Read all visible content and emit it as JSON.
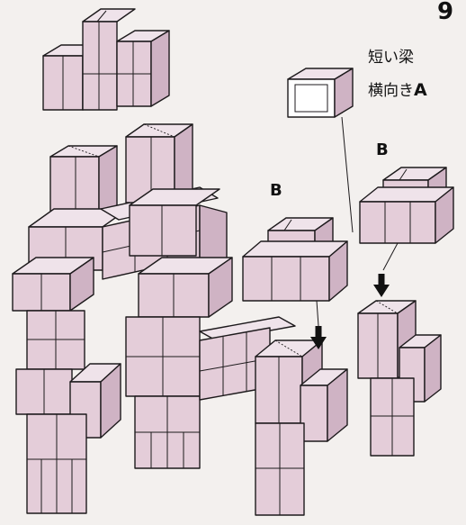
{
  "step_number": "9",
  "part_a": {
    "line1": "短い梁",
    "line2": "横向き",
    "letter": "A"
  },
  "part_b_left": {
    "letter": "B"
  },
  "part_b_right": {
    "letter": "B"
  },
  "colors": {
    "paper": "#e4cdd9",
    "paper_top": "#efe3ea",
    "line": "#1d1a1c",
    "background": "#f3f0ee"
  },
  "icons": [
    "down-arrow-icon",
    "down-arrow-icon"
  ]
}
